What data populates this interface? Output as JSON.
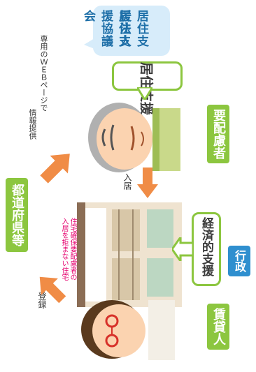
{
  "labels": {
    "landlord": "賃貸人",
    "prefecture": "都道府県等",
    "elderly": "要配慮者",
    "government": "行政",
    "corp_line1": "居住支援協議会",
    "corp_line2": "居住支援法人"
  },
  "bubbles": {
    "support": "居住支援",
    "economic": "経済的支援"
  },
  "arrows": {
    "register": "登録",
    "info_line1": "専用のＷＥＢページで",
    "info_line2": "情報提供",
    "move_in": "入居"
  },
  "house": {
    "line1": "住宅確保要配慮者の",
    "line2": "入居を拒まない住宅"
  },
  "colors": {
    "green": "#8cc63f",
    "blue": "#2f8fcf",
    "orange": "#f08c46",
    "pink": "#e5006e"
  },
  "icons": [
    "landlord-face-icon",
    "elderly-face-icon",
    "house-icon",
    "arrow-icon"
  ]
}
